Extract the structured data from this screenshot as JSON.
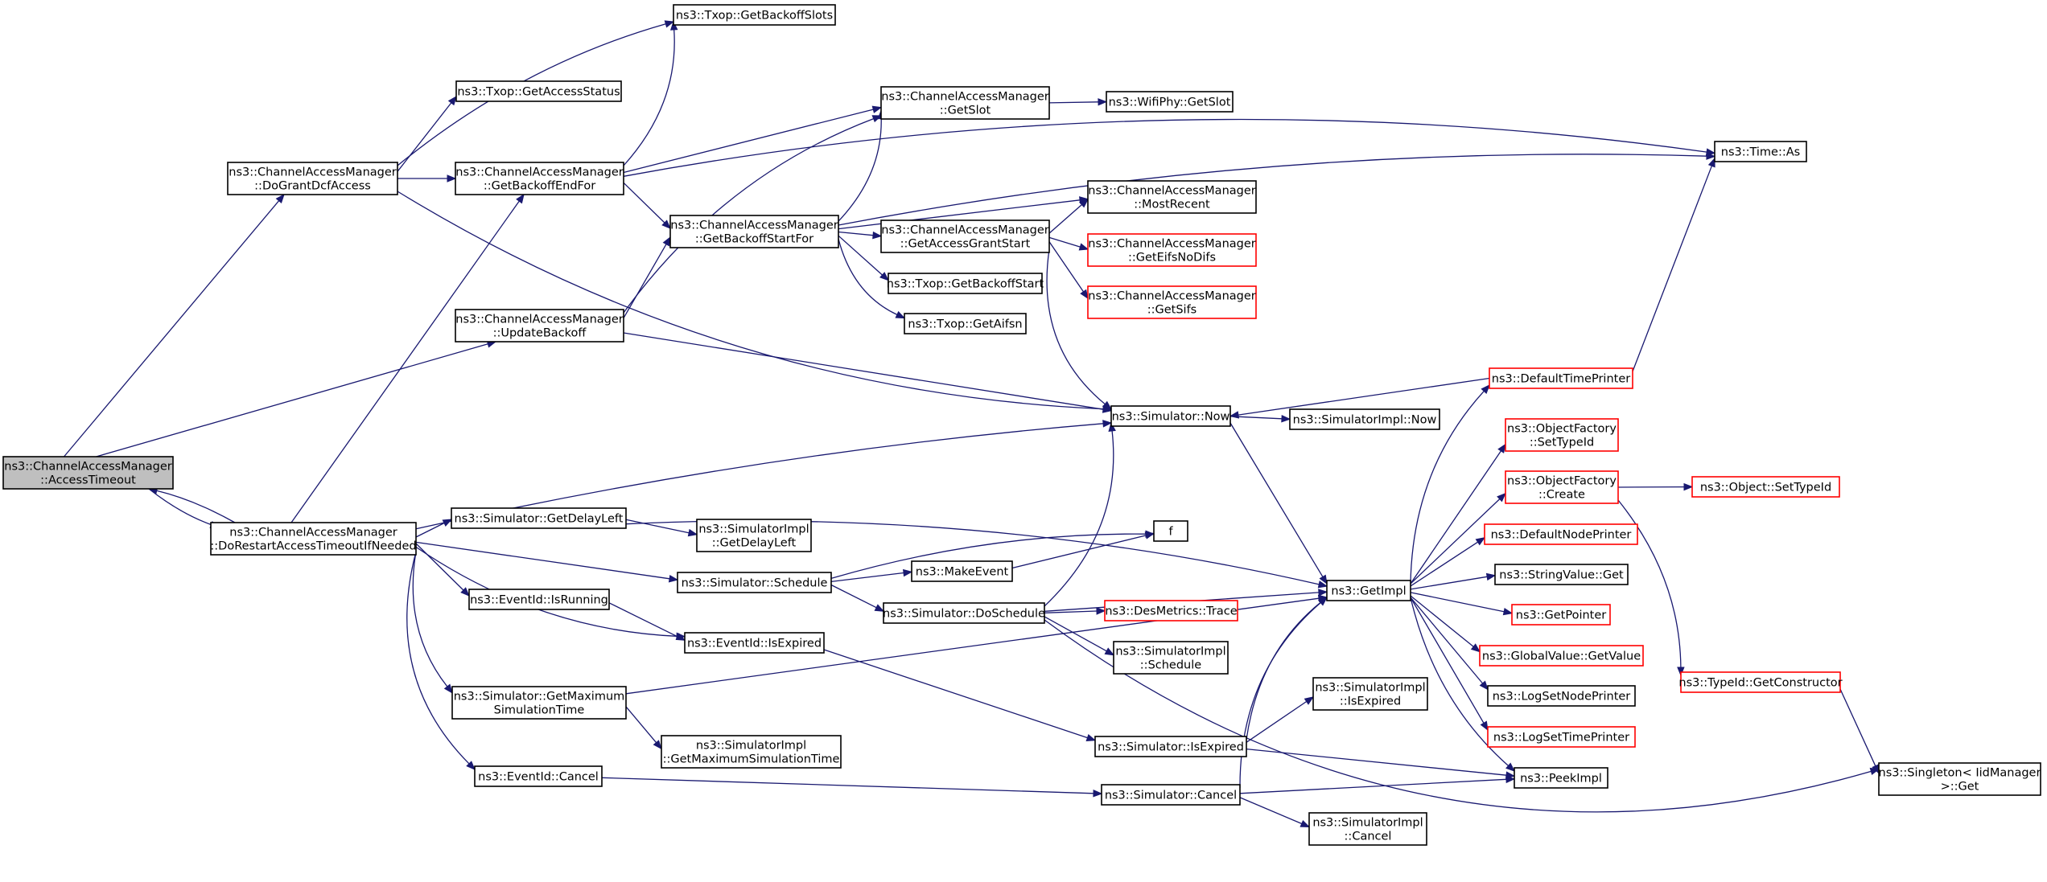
{
  "colors": {
    "edge": "#191970",
    "node_border": "#000000",
    "incomplete_border": "#ff0000",
    "focus_fill": "#bfbfbf",
    "node_fill": "#ffffff"
  },
  "nodes": [
    {
      "id": "n_accesstimeout",
      "lines": [
        "ns3::ChannelAccessManager",
        "::AccessTimeout"
      ],
      "style": "focus"
    },
    {
      "id": "n_dograntdcf",
      "lines": [
        "ns3::ChannelAccessManager",
        "::DoGrantDcfAccess"
      ],
      "style": "normal"
    },
    {
      "id": "n_dorestart",
      "lines": [
        "ns3::ChannelAccessManager",
        "::DoRestartAccessTimeoutIfNeeded"
      ],
      "style": "normal"
    },
    {
      "id": "n_getaccessstatus",
      "lines": [
        "ns3::Txop::GetAccessStatus"
      ],
      "style": "normal"
    },
    {
      "id": "n_getbackoffslots",
      "lines": [
        "ns3::Txop::GetBackoffSlots"
      ],
      "style": "normal"
    },
    {
      "id": "n_getbackoffendfor",
      "lines": [
        "ns3::ChannelAccessManager",
        "::GetBackoffEndFor"
      ],
      "style": "normal"
    },
    {
      "id": "n_updatebackoff",
      "lines": [
        "ns3::ChannelAccessManager",
        "::UpdateBackoff"
      ],
      "style": "normal"
    },
    {
      "id": "n_getdelayleft",
      "lines": [
        "ns3::Simulator::GetDelayLeft"
      ],
      "style": "normal"
    },
    {
      "id": "n_eventisrunning",
      "lines": [
        "ns3::EventId::IsRunning"
      ],
      "style": "normal"
    },
    {
      "id": "n_getmaxsim",
      "lines": [
        "ns3::Simulator::GetMaximum",
        "SimulationTime"
      ],
      "style": "normal"
    },
    {
      "id": "n_eventcancel",
      "lines": [
        "ns3::EventId::Cancel"
      ],
      "style": "normal"
    },
    {
      "id": "n_getbackoffstartfor",
      "lines": [
        "ns3::ChannelAccessManager",
        "::GetBackoffStartFor"
      ],
      "style": "normal"
    },
    {
      "id": "n_simschedule",
      "lines": [
        "ns3::Simulator::Schedule"
      ],
      "style": "normal"
    },
    {
      "id": "n_eventisexpired",
      "lines": [
        "ns3::EventId::IsExpired"
      ],
      "style": "normal"
    },
    {
      "id": "n_implgetdelayleft",
      "lines": [
        "ns3::SimulatorImpl",
        "::GetDelayLeft"
      ],
      "style": "normal"
    },
    {
      "id": "n_implgetmaxsim",
      "lines": [
        "ns3::SimulatorImpl",
        "::GetMaximumSimulationTime"
      ],
      "style": "normal"
    },
    {
      "id": "n_cam_getslot",
      "lines": [
        "ns3::ChannelAccessManager",
        "::GetSlot"
      ],
      "style": "normal"
    },
    {
      "id": "n_getaccessgrantstart",
      "lines": [
        "ns3::ChannelAccessManager",
        "::GetAccessGrantStart"
      ],
      "style": "normal"
    },
    {
      "id": "n_txopgetbackoffstart",
      "lines": [
        "ns3::Txop::GetBackoffStart"
      ],
      "style": "normal"
    },
    {
      "id": "n_txopgetaifsn",
      "lines": [
        "ns3::Txop::GetAifsn"
      ],
      "style": "normal"
    },
    {
      "id": "n_makeevent",
      "lines": [
        "ns3::MakeEvent"
      ],
      "style": "normal"
    },
    {
      "id": "n_doschedule",
      "lines": [
        "ns3::Simulator::DoSchedule"
      ],
      "style": "normal"
    },
    {
      "id": "n_simisexpired",
      "lines": [
        "ns3::Simulator::IsExpired"
      ],
      "style": "normal"
    },
    {
      "id": "n_simcancel",
      "lines": [
        "ns3::Simulator::Cancel"
      ],
      "style": "normal"
    },
    {
      "id": "n_wifiphygetslot",
      "lines": [
        "ns3::WifiPhy::GetSlot"
      ],
      "style": "normal"
    },
    {
      "id": "n_mostrecent",
      "lines": [
        "ns3::ChannelAccessManager",
        "::MostRecent"
      ],
      "style": "normal"
    },
    {
      "id": "n_geteifsnodifs",
      "lines": [
        "ns3::ChannelAccessManager",
        "::GetEifsNoDifs"
      ],
      "style": "incomplete"
    },
    {
      "id": "n_getsifs",
      "lines": [
        "ns3::ChannelAccessManager",
        "::GetSifs"
      ],
      "style": "incomplete"
    },
    {
      "id": "n_simnow",
      "lines": [
        "ns3::Simulator::Now"
      ],
      "style": "normal"
    },
    {
      "id": "n_f",
      "lines": [
        "f"
      ],
      "style": "normal"
    },
    {
      "id": "n_desmetrics",
      "lines": [
        "ns3::DesMetrics::Trace"
      ],
      "style": "incomplete"
    },
    {
      "id": "n_implschedule",
      "lines": [
        "ns3::SimulatorImpl",
        "::Schedule"
      ],
      "style": "normal"
    },
    {
      "id": "n_getimpl",
      "lines": [
        "ns3::GetImpl"
      ],
      "style": "normal"
    },
    {
      "id": "n_implisexpired",
      "lines": [
        "ns3::SimulatorImpl",
        "::IsExpired"
      ],
      "style": "normal"
    },
    {
      "id": "n_implcancel",
      "lines": [
        "ns3::SimulatorImpl",
        "::Cancel"
      ],
      "style": "normal"
    },
    {
      "id": "n_peekimpl",
      "lines": [
        "ns3::PeekImpl"
      ],
      "style": "normal"
    },
    {
      "id": "n_timeas",
      "lines": [
        "ns3::Time::As"
      ],
      "style": "normal"
    },
    {
      "id": "n_defaulttimeprinter",
      "lines": [
        "ns3::DefaultTimePrinter"
      ],
      "style": "incomplete"
    },
    {
      "id": "n_implnow",
      "lines": [
        "ns3::SimulatorImpl::Now"
      ],
      "style": "normal"
    },
    {
      "id": "n_ofsettypeid",
      "lines": [
        "ns3::ObjectFactory",
        "::SetTypeId"
      ],
      "style": "incomplete"
    },
    {
      "id": "n_ofcreate",
      "lines": [
        "ns3::ObjectFactory",
        "::Create"
      ],
      "style": "incomplete"
    },
    {
      "id": "n_defaultnodeprinter",
      "lines": [
        "ns3::DefaultNodePrinter"
      ],
      "style": "incomplete"
    },
    {
      "id": "n_stringvalueget",
      "lines": [
        "ns3::StringValue::Get"
      ],
      "style": "normal"
    },
    {
      "id": "n_getpointer",
      "lines": [
        "ns3::GetPointer"
      ],
      "style": "incomplete"
    },
    {
      "id": "n_globalvaluegetvalue",
      "lines": [
        "ns3::GlobalValue::GetValue"
      ],
      "style": "incomplete"
    },
    {
      "id": "n_logsetnodeprinter",
      "lines": [
        "ns3::LogSetNodePrinter"
      ],
      "style": "normal"
    },
    {
      "id": "n_logsettimeprinter",
      "lines": [
        "ns3::LogSetTimePrinter"
      ],
      "style": "incomplete"
    },
    {
      "id": "n_objsettypeid",
      "lines": [
        "ns3::Object::SetTypeId"
      ],
      "style": "incomplete"
    },
    {
      "id": "n_typeidgetconstructor",
      "lines": [
        "ns3::TypeId::GetConstructor"
      ],
      "style": "incomplete"
    },
    {
      "id": "n_singletonget",
      "lines": [
        "ns3::Singleton< IidManager",
        ">::Get"
      ],
      "style": "normal"
    }
  ],
  "edges": [
    [
      "n_accesstimeout",
      "n_dograntdcf"
    ],
    [
      "n_accesstimeout",
      "n_updatebackoff"
    ],
    [
      "n_accesstimeout",
      "n_dorestart"
    ],
    [
      "n_dorestart",
      "n_accesstimeout"
    ],
    [
      "n_dograntdcf",
      "n_getaccessstatus"
    ],
    [
      "n_dograntdcf",
      "n_getbackoffslots"
    ],
    [
      "n_dograntdcf",
      "n_getbackoffendfor"
    ],
    [
      "n_dograntdcf",
      "n_simnow"
    ],
    [
      "n_getbackoffendfor",
      "n_getbackoffslots"
    ],
    [
      "n_getbackoffendfor",
      "n_cam_getslot"
    ],
    [
      "n_getbackoffendfor",
      "n_getbackoffstartfor"
    ],
    [
      "n_getbackoffendfor",
      "n_timeas"
    ],
    [
      "n_updatebackoff",
      "n_cam_getslot"
    ],
    [
      "n_updatebackoff",
      "n_getbackoffstartfor"
    ],
    [
      "n_updatebackoff",
      "n_simnow"
    ],
    [
      "n_getbackoffstartfor",
      "n_cam_getslot"
    ],
    [
      "n_getbackoffstartfor",
      "n_timeas"
    ],
    [
      "n_getbackoffstartfor",
      "n_mostrecent"
    ],
    [
      "n_getbackoffstartfor",
      "n_getaccessgrantstart"
    ],
    [
      "n_getbackoffstartfor",
      "n_txopgetbackoffstart"
    ],
    [
      "n_getbackoffstartfor",
      "n_txopgetaifsn"
    ],
    [
      "n_cam_getslot",
      "n_wifiphygetslot"
    ],
    [
      "n_getaccessgrantstart",
      "n_mostrecent"
    ],
    [
      "n_getaccessgrantstart",
      "n_geteifsnodifs"
    ],
    [
      "n_getaccessgrantstart",
      "n_getsifs"
    ],
    [
      "n_getaccessgrantstart",
      "n_simnow"
    ],
    [
      "n_dorestart",
      "n_getbackoffendfor"
    ],
    [
      "n_dorestart",
      "n_simnow"
    ],
    [
      "n_dorestart",
      "n_getdelayleft"
    ],
    [
      "n_dorestart",
      "n_simschedule"
    ],
    [
      "n_dorestart",
      "n_eventisrunning"
    ],
    [
      "n_dorestart",
      "n_eventisexpired"
    ],
    [
      "n_dorestart",
      "n_getmaxsim"
    ],
    [
      "n_dorestart",
      "n_eventcancel"
    ],
    [
      "n_getdelayleft",
      "n_implgetdelayleft"
    ],
    [
      "n_getdelayleft",
      "n_getimpl"
    ],
    [
      "n_simschedule",
      "n_f"
    ],
    [
      "n_simschedule",
      "n_makeevent"
    ],
    [
      "n_simschedule",
      "n_doschedule"
    ],
    [
      "n_makeevent",
      "n_f"
    ],
    [
      "n_eventisrunning",
      "n_eventisexpired"
    ],
    [
      "n_eventisexpired",
      "n_simisexpired"
    ],
    [
      "n_getmaxsim",
      "n_implgetmaxsim"
    ],
    [
      "n_getmaxsim",
      "n_getimpl"
    ],
    [
      "n_eventcancel",
      "n_simcancel"
    ],
    [
      "n_doschedule",
      "n_simnow"
    ],
    [
      "n_doschedule",
      "n_getimpl"
    ],
    [
      "n_doschedule",
      "n_desmetrics"
    ],
    [
      "n_doschedule",
      "n_implschedule"
    ],
    [
      "n_doschedule",
      "n_singletonget"
    ],
    [
      "n_simisexpired",
      "n_getimpl"
    ],
    [
      "n_simisexpired",
      "n_implisexpired"
    ],
    [
      "n_simisexpired",
      "n_peekimpl"
    ],
    [
      "n_simcancel",
      "n_getimpl"
    ],
    [
      "n_simcancel",
      "n_peekimpl"
    ],
    [
      "n_simcancel",
      "n_implcancel"
    ],
    [
      "n_simnow",
      "n_implnow"
    ],
    [
      "n_simnow",
      "n_getimpl"
    ],
    [
      "n_defaulttimeprinter",
      "n_simnow"
    ],
    [
      "n_defaulttimeprinter",
      "n_timeas"
    ],
    [
      "n_getimpl",
      "n_defaulttimeprinter"
    ],
    [
      "n_getimpl",
      "n_ofsettypeid"
    ],
    [
      "n_getimpl",
      "n_ofcreate"
    ],
    [
      "n_getimpl",
      "n_defaultnodeprinter"
    ],
    [
      "n_getimpl",
      "n_stringvalueget"
    ],
    [
      "n_getimpl",
      "n_getpointer"
    ],
    [
      "n_getimpl",
      "n_globalvaluegetvalue"
    ],
    [
      "n_getimpl",
      "n_logsetnodeprinter"
    ],
    [
      "n_getimpl",
      "n_logsettimeprinter"
    ],
    [
      "n_getimpl",
      "n_peekimpl"
    ],
    [
      "n_ofcreate",
      "n_objsettypeid"
    ],
    [
      "n_ofcreate",
      "n_typeidgetconstructor"
    ],
    [
      "n_typeidgetconstructor",
      "n_singletonget"
    ]
  ]
}
